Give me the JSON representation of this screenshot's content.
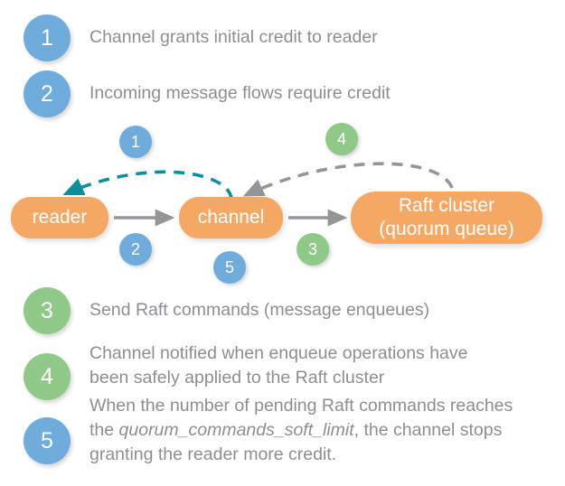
{
  "legend": [
    {
      "id": 1,
      "number": "1",
      "color_name": "blue",
      "color": "#6fabdb",
      "text": "Channel grants initial credit to reader"
    },
    {
      "id": 2,
      "number": "2",
      "color_name": "blue",
      "color": "#6fabdb",
      "text": "Incoming message flows require credit"
    },
    {
      "id": 3,
      "number": "3",
      "color_name": "green",
      "color": "#8fc987",
      "text": "Send Raft commands (message enqueues)"
    },
    {
      "id": 4,
      "number": "4",
      "color_name": "green",
      "color": "#8fc987",
      "text": "Channel notified when enqueue operations have\nbeen safely applied to the Raft cluster"
    },
    {
      "id": 5,
      "number": "5",
      "color_name": "blue",
      "color": "#6fabdb",
      "text_part1": "When the number of pending Raft commands reaches\nthe ",
      "text_emphasis": "quorum_commands_soft_limit",
      "text_part2": ", the channel stops\ngranting the reader more credit."
    }
  ],
  "diagram": {
    "nodes": [
      {
        "id": "reader",
        "label": "reader"
      },
      {
        "id": "channel",
        "label": "channel"
      },
      {
        "id": "raft",
        "label": "Raft cluster\n(quorum queue)"
      }
    ],
    "node_color": "#f4a864",
    "node_text_color": "#ffffff",
    "mini_badges": [
      {
        "id": "mb-1",
        "number": "1",
        "color_name": "blue",
        "color": "#6fabdb"
      },
      {
        "id": "mb-2",
        "number": "2",
        "color_name": "blue",
        "color": "#6fabdb"
      },
      {
        "id": "mb-3",
        "number": "3",
        "color_name": "green",
        "color": "#8fc987"
      },
      {
        "id": "mb-4",
        "number": "4",
        "color_name": "green",
        "color": "#8fc987"
      },
      {
        "id": "mb-5",
        "number": "5",
        "color_name": "blue",
        "color": "#6fabdb"
      }
    ],
    "edges": [
      {
        "id": "reader-to-channel",
        "style": "solid",
        "color": "#939598",
        "from": "reader",
        "to": "channel",
        "badge": "2"
      },
      {
        "id": "channel-to-raft",
        "style": "solid",
        "color": "#939598",
        "from": "channel",
        "to": "raft",
        "badge": "3"
      },
      {
        "id": "channel-to-reader-credit",
        "style": "dashed",
        "color": "#00909e",
        "from": "channel",
        "to": "reader",
        "badge": "1"
      },
      {
        "id": "raft-to-channel-notify",
        "style": "dashed",
        "color": "#939598",
        "from": "raft",
        "to": "channel",
        "badge": "4"
      }
    ]
  },
  "colors": {
    "blue": "#6fabdb",
    "green": "#8fc987",
    "orange": "#f4a864",
    "teal": "#00909e",
    "gray_arrow": "#939598",
    "text_gray": "#8b8e93",
    "background": "#ffffff"
  }
}
